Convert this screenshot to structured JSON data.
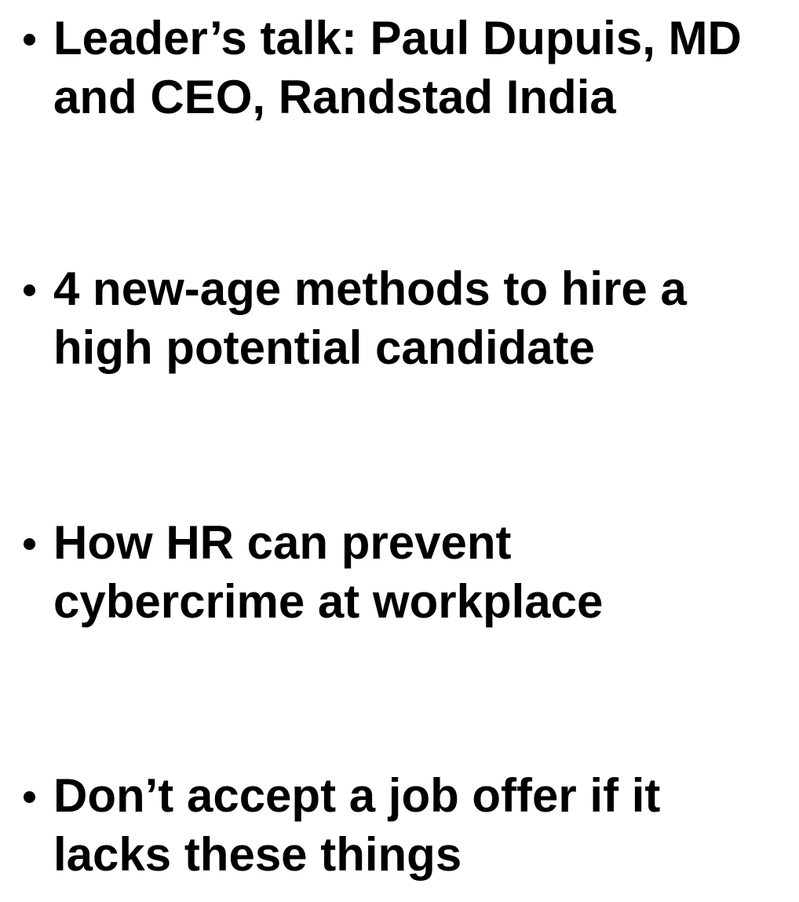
{
  "items": [
    {
      "lines": [
        "Leader’s talk: Paul Dupuis, MD",
        "and CEO, Randstad India"
      ]
    },
    {
      "lines": [
        "4 new-age methods to hire a",
        "high potential candidate"
      ]
    },
    {
      "lines": [
        "How HR can prevent",
        "cybercrime at workplace"
      ]
    },
    {
      "lines": [
        "Don’t accept a job offer if it",
        "lacks these things"
      ]
    }
  ]
}
